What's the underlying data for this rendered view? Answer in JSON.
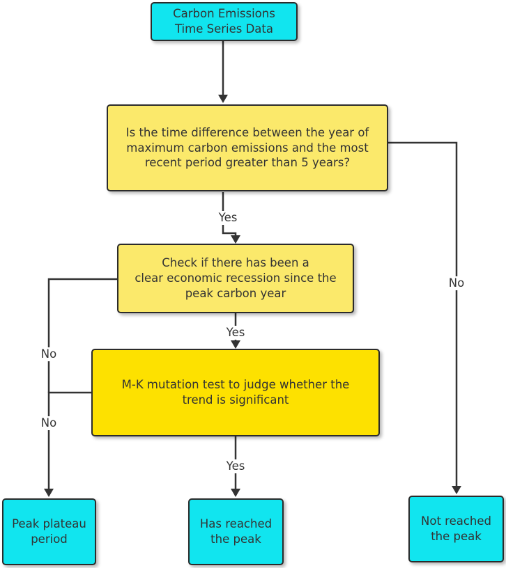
{
  "nodes": {
    "start": "Carbon Emissions\nTime Series Data",
    "decision_time_diff": "Is the time difference between the year of\nmaximum carbon emissions and the most\nrecent period greater than 5 years?",
    "check_recession": "Check if there has been a\nclear economic recession since the\npeak carbon year",
    "mk_test": "M-K mutation test to judge whether the\ntrend is significant",
    "peak_plateau": "Peak plateau\nperiod",
    "reached_peak": "Has reached\nthe peak",
    "not_reached_peak": "Not reached\nthe peak"
  },
  "edge_labels": {
    "decision_yes": "Yes",
    "decision_no": "No",
    "recession_yes": "Yes",
    "recession_no": "No",
    "mk_no": "No",
    "mk_yes": "Yes"
  },
  "colors": {
    "terminal": "#11e5ef",
    "decision": "#fbe96b",
    "test": "#fde100",
    "line": "#333333"
  }
}
